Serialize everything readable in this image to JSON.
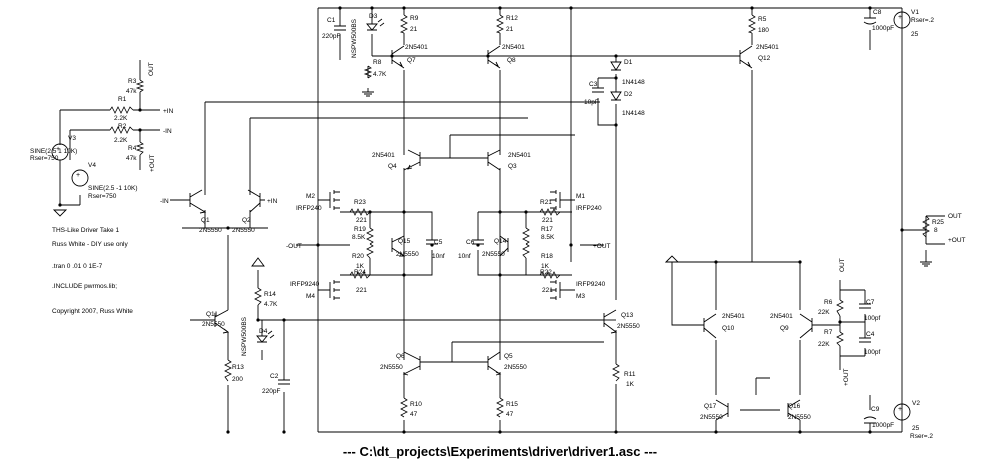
{
  "title": "--- C:\\dt_projects\\Experiments\\driver\\driver1.asc ---",
  "notes": {
    "line1": "THS-Like Driver Take 1",
    "line2": "Russ White - DIY use only",
    "line3": ".tran 0 .01 0 1E-7",
    "line4": ".INCLUDE pwrmos.lib;",
    "line5": "Copyright 2007, Russ White"
  },
  "net_labels": {
    "out": "OUT",
    "plus_in": "+IN",
    "minus_in": "-IN",
    "plus_out": "+OUT",
    "minus_out": "-OUT"
  },
  "components": {
    "C1": {
      "ref": "C1",
      "value": "220pF"
    },
    "D3": {
      "ref": "D3"
    },
    "NSPW": {
      "ref": "NSPW500BS"
    },
    "R8": {
      "ref": "R8",
      "value": "4.7K"
    },
    "R9": {
      "ref": "R9",
      "value": "21"
    },
    "Q7": {
      "ref": "Q7",
      "model": "2N5401"
    },
    "R12": {
      "ref": "R12",
      "value": "21"
    },
    "Q8": {
      "ref": "Q8",
      "model": "2N5401"
    },
    "R5": {
      "ref": "R5",
      "value": "180"
    },
    "Q12": {
      "ref": "Q12",
      "model": "2N5401"
    },
    "C8": {
      "ref": "C8",
      "value": "1000pF"
    },
    "V1": {
      "ref": "V1",
      "value": "25",
      "rser": "Rser=.2"
    },
    "D1": {
      "ref": "D1",
      "model": "1N4148"
    },
    "D2": {
      "ref": "D2",
      "model": "1N4148"
    },
    "C3": {
      "ref": "C3",
      "value": "10pF"
    },
    "R3": {
      "ref": "R3",
      "value": "47k"
    },
    "R1": {
      "ref": "R1",
      "value": "2.2K"
    },
    "R2": {
      "ref": "R2",
      "value": "2.2K"
    },
    "R4": {
      "ref": "R4",
      "value": "47k"
    },
    "V3": {
      "ref": "V3",
      "value": "SINE(2.5 1 10K)",
      "rser": "Rser=750"
    },
    "V4": {
      "ref": "V4",
      "value": "SINE(2.5 -1 10K)",
      "rser": "Rser=750"
    },
    "Q4": {
      "ref": "Q4",
      "model": "2N5401"
    },
    "Q3": {
      "ref": "Q3",
      "model": "2N5401"
    },
    "M2": {
      "ref": "M2",
      "model": "IRFP240"
    },
    "M1": {
      "ref": "M1",
      "model": "IRFP240"
    },
    "M4": {
      "ref": "M4",
      "model": "IRFP9240"
    },
    "M3": {
      "ref": "M3",
      "model": "IRFP9240"
    },
    "R23": {
      "ref": "R23",
      "value": "221"
    },
    "R19": {
      "ref": "R19",
      "value": "8.5K"
    },
    "R20": {
      "ref": "R20",
      "value": "1K"
    },
    "R24": {
      "ref": "R24",
      "value": "221"
    },
    "Q15": {
      "ref": "Q15",
      "model": "2N5550"
    },
    "C5": {
      "ref": "C5",
      "value": "10nf"
    },
    "C6": {
      "ref": "C6",
      "value": "10nf"
    },
    "Q14": {
      "ref": "Q14",
      "model": "2N5550"
    },
    "R21": {
      "ref": "R21",
      "value": "221"
    },
    "R17": {
      "ref": "R17",
      "value": "8.5K"
    },
    "R18": {
      "ref": "R18",
      "value": "1K"
    },
    "R22": {
      "ref": "R22",
      "value": "221"
    },
    "R25": {
      "ref": "R25",
      "value": "8"
    },
    "Q1": {
      "ref": "Q1",
      "model": "2N5550"
    },
    "Q2": {
      "ref": "Q2",
      "model": "2N5550"
    },
    "Q11": {
      "ref": "Q11",
      "model": "2N5550"
    },
    "R14": {
      "ref": "R14",
      "value": "4.7K"
    },
    "D4": {
      "ref": "D4"
    },
    "R13": {
      "ref": "R13",
      "value": "200"
    },
    "C2": {
      "ref": "C2",
      "value": "220pF"
    },
    "Q6": {
      "ref": "Q6",
      "model": "2N5550"
    },
    "Q5": {
      "ref": "Q5",
      "model": "2N5550"
    },
    "R10": {
      "ref": "R10",
      "value": "47"
    },
    "R15": {
      "ref": "R15",
      "value": "47"
    },
    "Q13": {
      "ref": "Q13",
      "model": "2N5550"
    },
    "R11": {
      "ref": "R11",
      "value": "1K"
    },
    "Q10": {
      "ref": "Q10",
      "model": "2N5401"
    },
    "Q9": {
      "ref": "Q9",
      "model": "2N5401"
    },
    "Q17": {
      "ref": "Q17",
      "model": "2N5550"
    },
    "Q16": {
      "ref": "Q16",
      "model": "2N5550"
    },
    "R6": {
      "ref": "R6",
      "value": "22K"
    },
    "R7": {
      "ref": "R7",
      "value": "22K"
    },
    "C7": {
      "ref": "C7",
      "value": "100pf"
    },
    "C4": {
      "ref": "C4",
      "value": "100pf"
    },
    "C9": {
      "ref": "C9",
      "value": "1000pF"
    },
    "V2": {
      "ref": "V2",
      "value": "25",
      "rser": "Rser=.2"
    }
  }
}
